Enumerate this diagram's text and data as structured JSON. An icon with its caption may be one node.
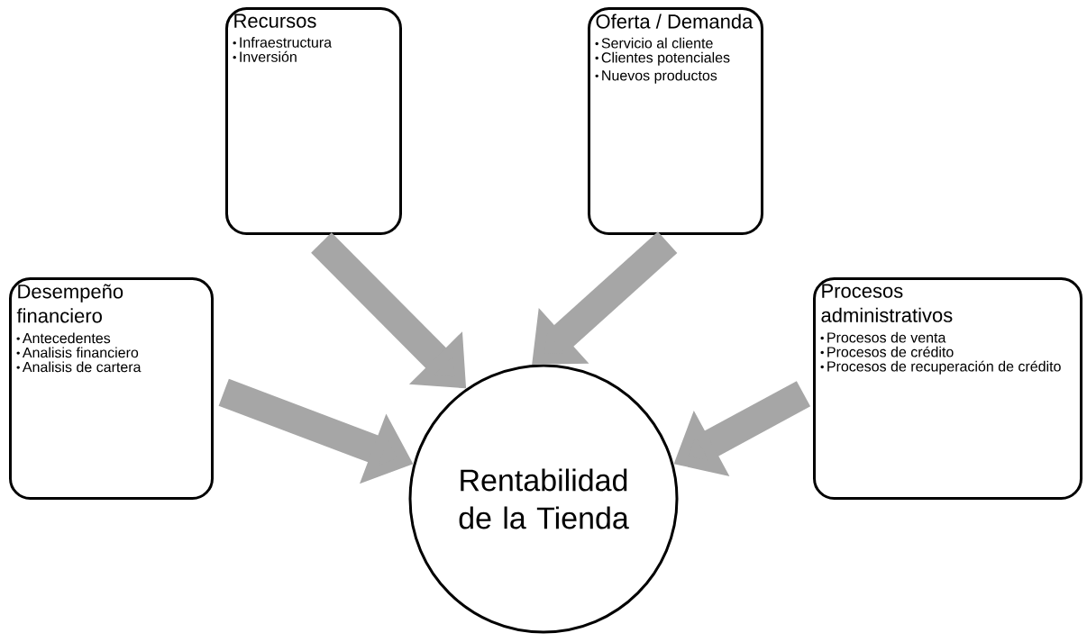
{
  "diagram": {
    "nodes": [
      {
        "text": [
          "Recursos",
          "Infraestructura",
          "Inversión"
        ]
      },
      {
        "text": [
          "Oferta / Demanda",
          "Servicio al cliente",
          "Clientes potenciales",
          "Nuevos productos"
        ]
      },
      {
        "text": [
          "Desempeño financiero",
          "Antecedentes",
          "Analisis financiero",
          "Analisis de cartera"
        ]
      },
      {
        "text": [
          "Procesos administrativos",
          "Procesos de venta",
          "Procesos de crédito",
          "Procesos de recuperación de crédito"
        ]
      },
      {
        "text": [
          "Rentabilidad de la Tienda"
        ]
      }
    ],
    "edges": [
      {
        "from": 0,
        "to": 4,
        "arrow": "to"
      },
      {
        "from": 1,
        "to": 4,
        "arrow": "to"
      },
      {
        "from": 2,
        "to": 4,
        "arrow": "to"
      },
      {
        "from": 3,
        "to": 4,
        "arrow": "to"
      }
    ]
  }
}
